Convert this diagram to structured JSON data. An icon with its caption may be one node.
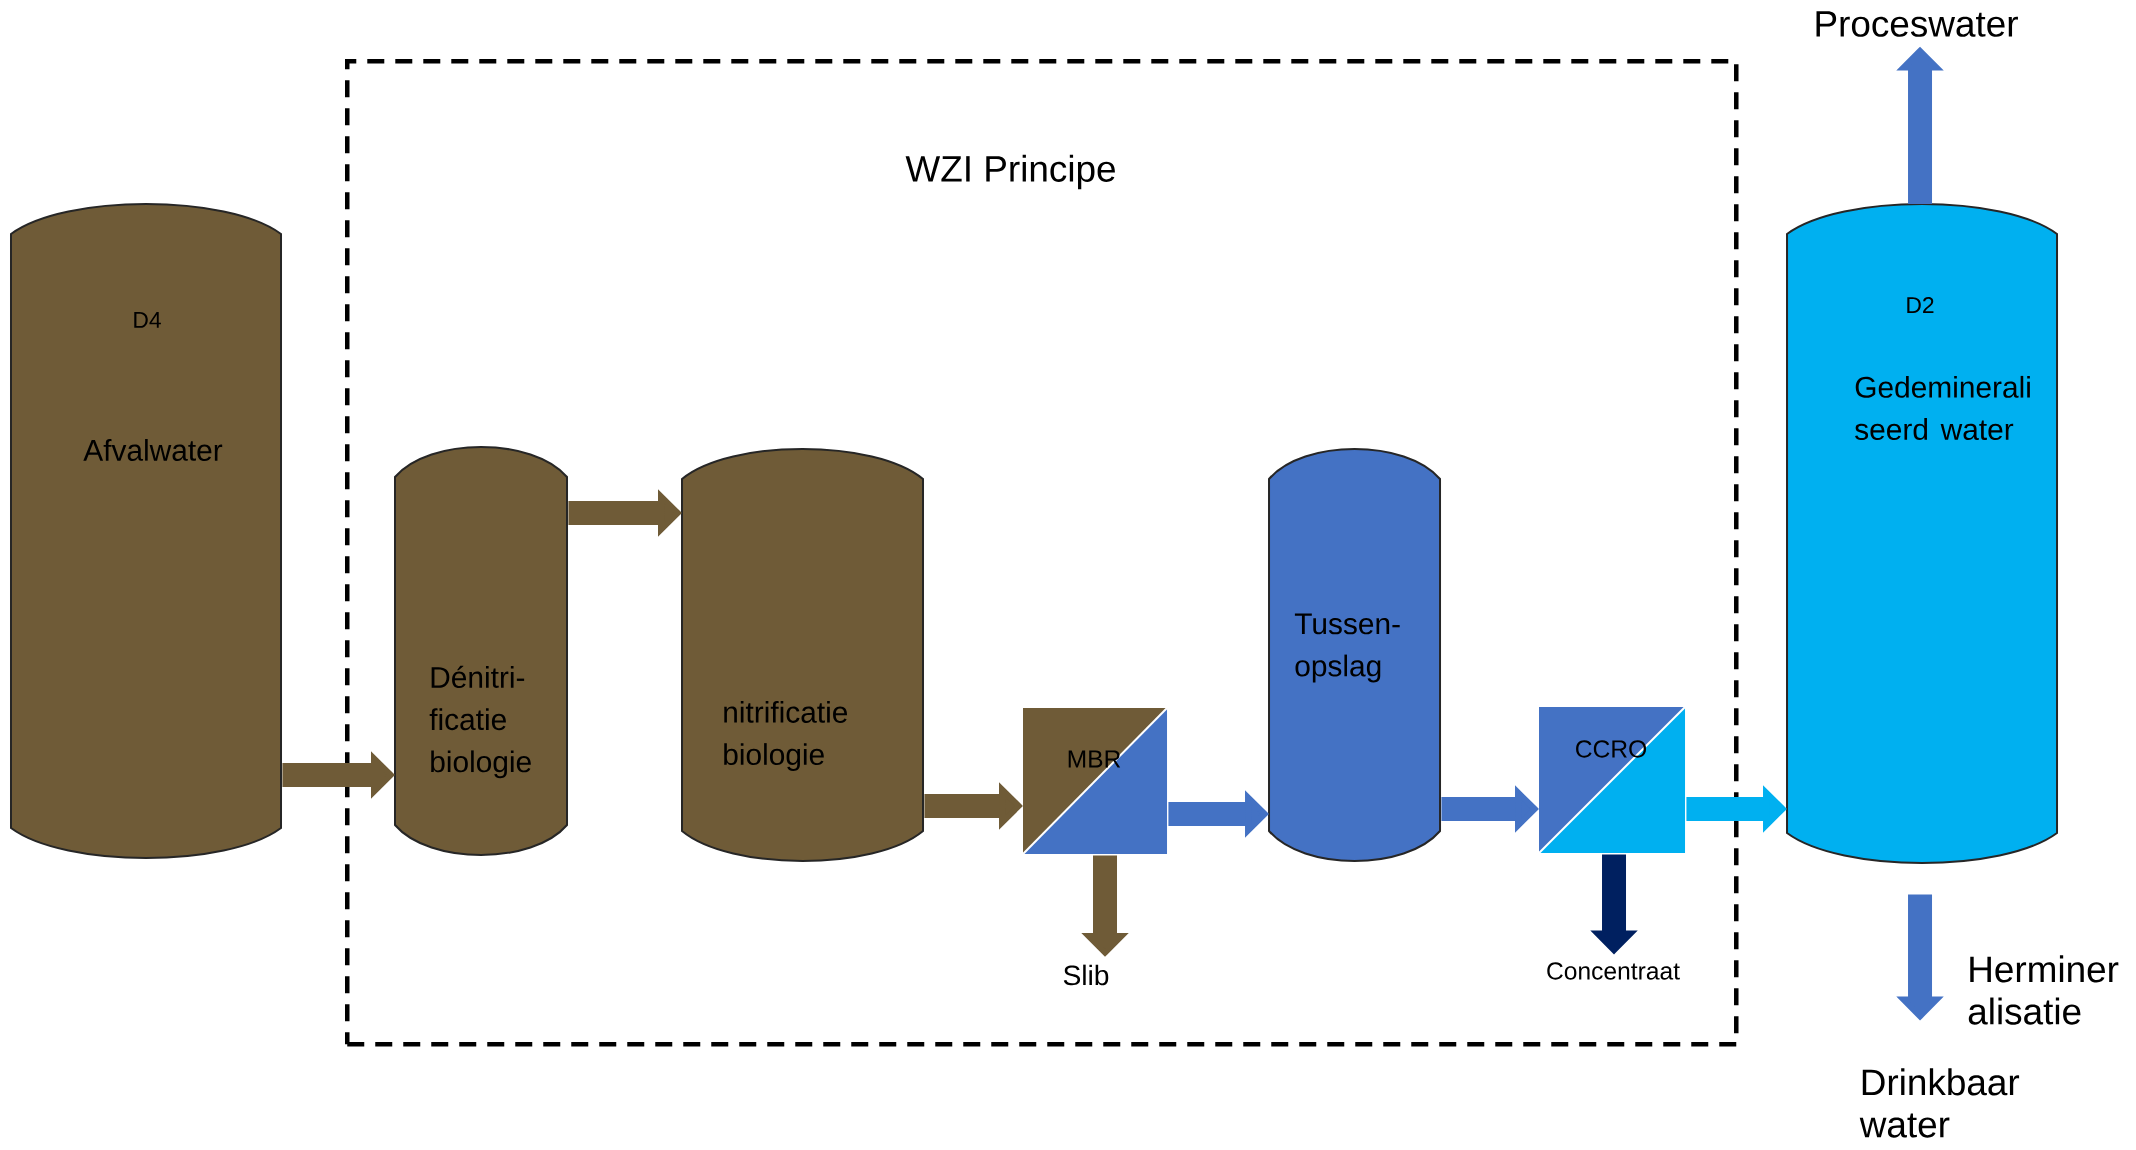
{
  "diagram": {
    "nodes": [
      {
        "text": [
          "WZI Principe"
        ]
      },
      {
        "text": [
          "D4",
          "Afvalwater"
        ]
      },
      {
        "text": [
          "Dénitri- ficatie biologie"
        ],
        "in": 0
      },
      {
        "text": [
          "nitrificatie biologie"
        ],
        "in": 0
      },
      {
        "text": [
          "MBR"
        ],
        "in": 0
      },
      {
        "text": [
          "Slib"
        ],
        "in": 0
      },
      {
        "text": [
          "Tussen- opslag"
        ],
        "in": 0
      },
      {
        "text": [
          "CCRO"
        ],
        "in": 0
      },
      {
        "text": [
          "Concentraat"
        ],
        "in": 0
      },
      {
        "text": [
          "D2",
          "Gedeminerali seerd water"
        ]
      },
      {
        "text": [
          "Proceswater"
        ]
      },
      {
        "text": [
          "Drinkbaar water"
        ]
      }
    ],
    "edges": [
      {
        "from": 1,
        "to": 2,
        "arrow": "to",
        "color": "#6f5b37"
      },
      {
        "from": 2,
        "to": 3,
        "arrow": "to",
        "color": "#6f5b37"
      },
      {
        "from": 3,
        "to": 4,
        "arrow": "to",
        "color": "#6f5b37"
      },
      {
        "from": 4,
        "to": 5,
        "arrow": "to",
        "color": "#6f5b37"
      },
      {
        "from": 4,
        "to": 6,
        "arrow": "to",
        "color": "#4472c4"
      },
      {
        "from": 6,
        "to": 7,
        "arrow": "to",
        "color": "#4472c4"
      },
      {
        "from": 7,
        "to": 8,
        "arrow": "to",
        "color": "#002060"
      },
      {
        "from": 7,
        "to": 9,
        "arrow": "to",
        "color": "#00b0f0"
      },
      {
        "from": 9,
        "to": 10,
        "arrow": "to",
        "color": "#4472c4"
      },
      {
        "from": 9,
        "to": 11,
        "arrow": "to",
        "color": "#4472c4",
        "label": "Herminer alisatie"
      }
    ]
  }
}
